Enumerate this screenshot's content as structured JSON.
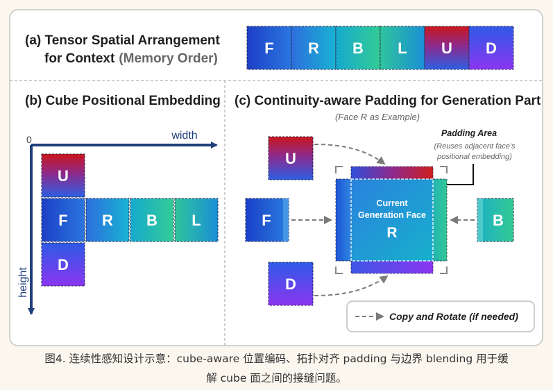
{
  "panel_a": {
    "title_line1": "(a) Tensor Spatial Arrangement",
    "title_line2": "for Context",
    "title_suffix": "(Memory Order)",
    "faces": [
      "F",
      "R",
      "B",
      "L",
      "U",
      "D"
    ]
  },
  "panel_b": {
    "title": "(b) Cube Positional Embedding",
    "origin_label": "0",
    "x_axis_label": "width",
    "y_axis_label": "height",
    "faces": {
      "up": "U",
      "front": "F",
      "right": "R",
      "back": "B",
      "left": "L",
      "down": "D"
    }
  },
  "panel_c": {
    "title": "(c) Continuity-aware Padding for Generation Part",
    "subtitle": "(Face R as Example)",
    "padding_area_title": "Padding Area",
    "padding_area_note_line1": "(Reuses adjacent face's",
    "padding_area_note_line2": "positional embedding)",
    "current_line1": "Current",
    "current_line2": "Generation Face",
    "current_face": "R",
    "neighbors": {
      "top": "U",
      "left": "F",
      "right": "B",
      "bottom": "D"
    },
    "legend_label": "Copy and Rotate (if needed)"
  },
  "caption": {
    "line1": "图4. 连续性感知设计示意：cube-aware 位置编码、拓扑对齐 padding 与边界 blending 用于缓",
    "line2": "解 cube 面之间的接缝问题。"
  },
  "colors": {
    "frame_border": "#c4c4c4",
    "arrow_navy": "#1f3f7a",
    "title_text": "#1f1f1f",
    "subtitle_gray": "#666666",
    "dash_arrow_gray": "#7a7a7a",
    "face_F": "#1b46c9",
    "face_R": "#18a7cf",
    "face_B": "#2dc79b",
    "face_L": "#1ea6c3",
    "face_U": "#c21a1a",
    "face_D": "#7b3bef"
  }
}
